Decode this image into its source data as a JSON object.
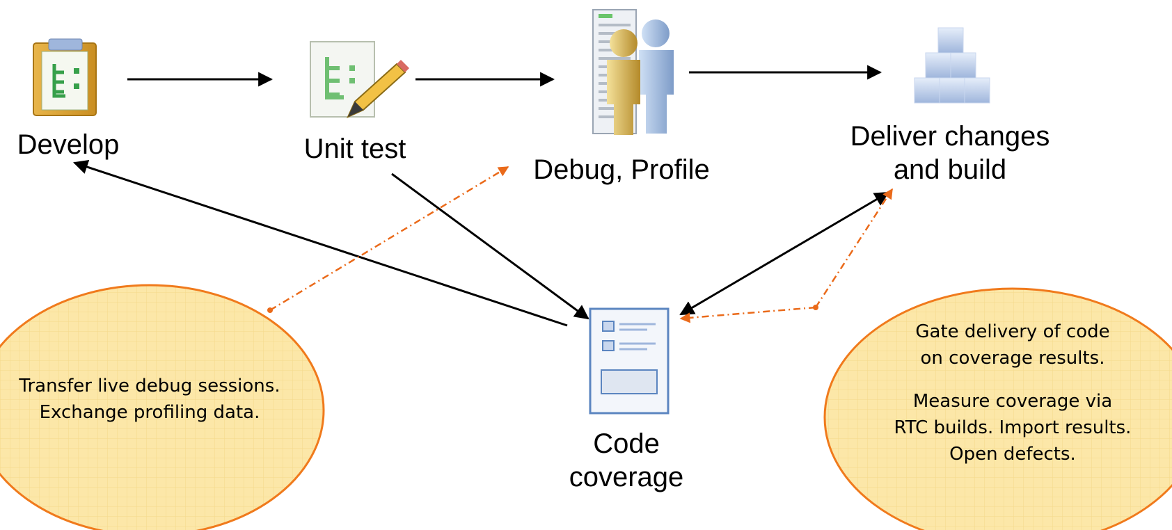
{
  "nodes": {
    "develop": {
      "label": "Develop",
      "icon": "clipboard-icon"
    },
    "unit_test": {
      "label": "Unit test",
      "icon": "test-pencil-icon"
    },
    "debug_profile": {
      "label": "Debug, Profile",
      "icon": "users-server-icon"
    },
    "deliver": {
      "line1": "Deliver changes",
      "line2": "and build",
      "icon": "blocks-stack-icon"
    },
    "coverage": {
      "line1": "Code",
      "line2": "coverage",
      "icon": "report-form-icon"
    }
  },
  "callouts": {
    "left": {
      "line1": "Transfer live debug sessions.",
      "line2": "Exchange profiling data."
    },
    "right": {
      "line1": "Gate delivery of code",
      "line2": "on coverage results.",
      "line3": "Measure coverage via",
      "line4": "RTC builds. Import results.",
      "line5": "Open defects."
    }
  },
  "colors": {
    "arrow": "#000000",
    "dashed_arrow": "#ea6a1a",
    "callout_fill": "#fce7a8",
    "callout_border": "#f07a1c"
  }
}
